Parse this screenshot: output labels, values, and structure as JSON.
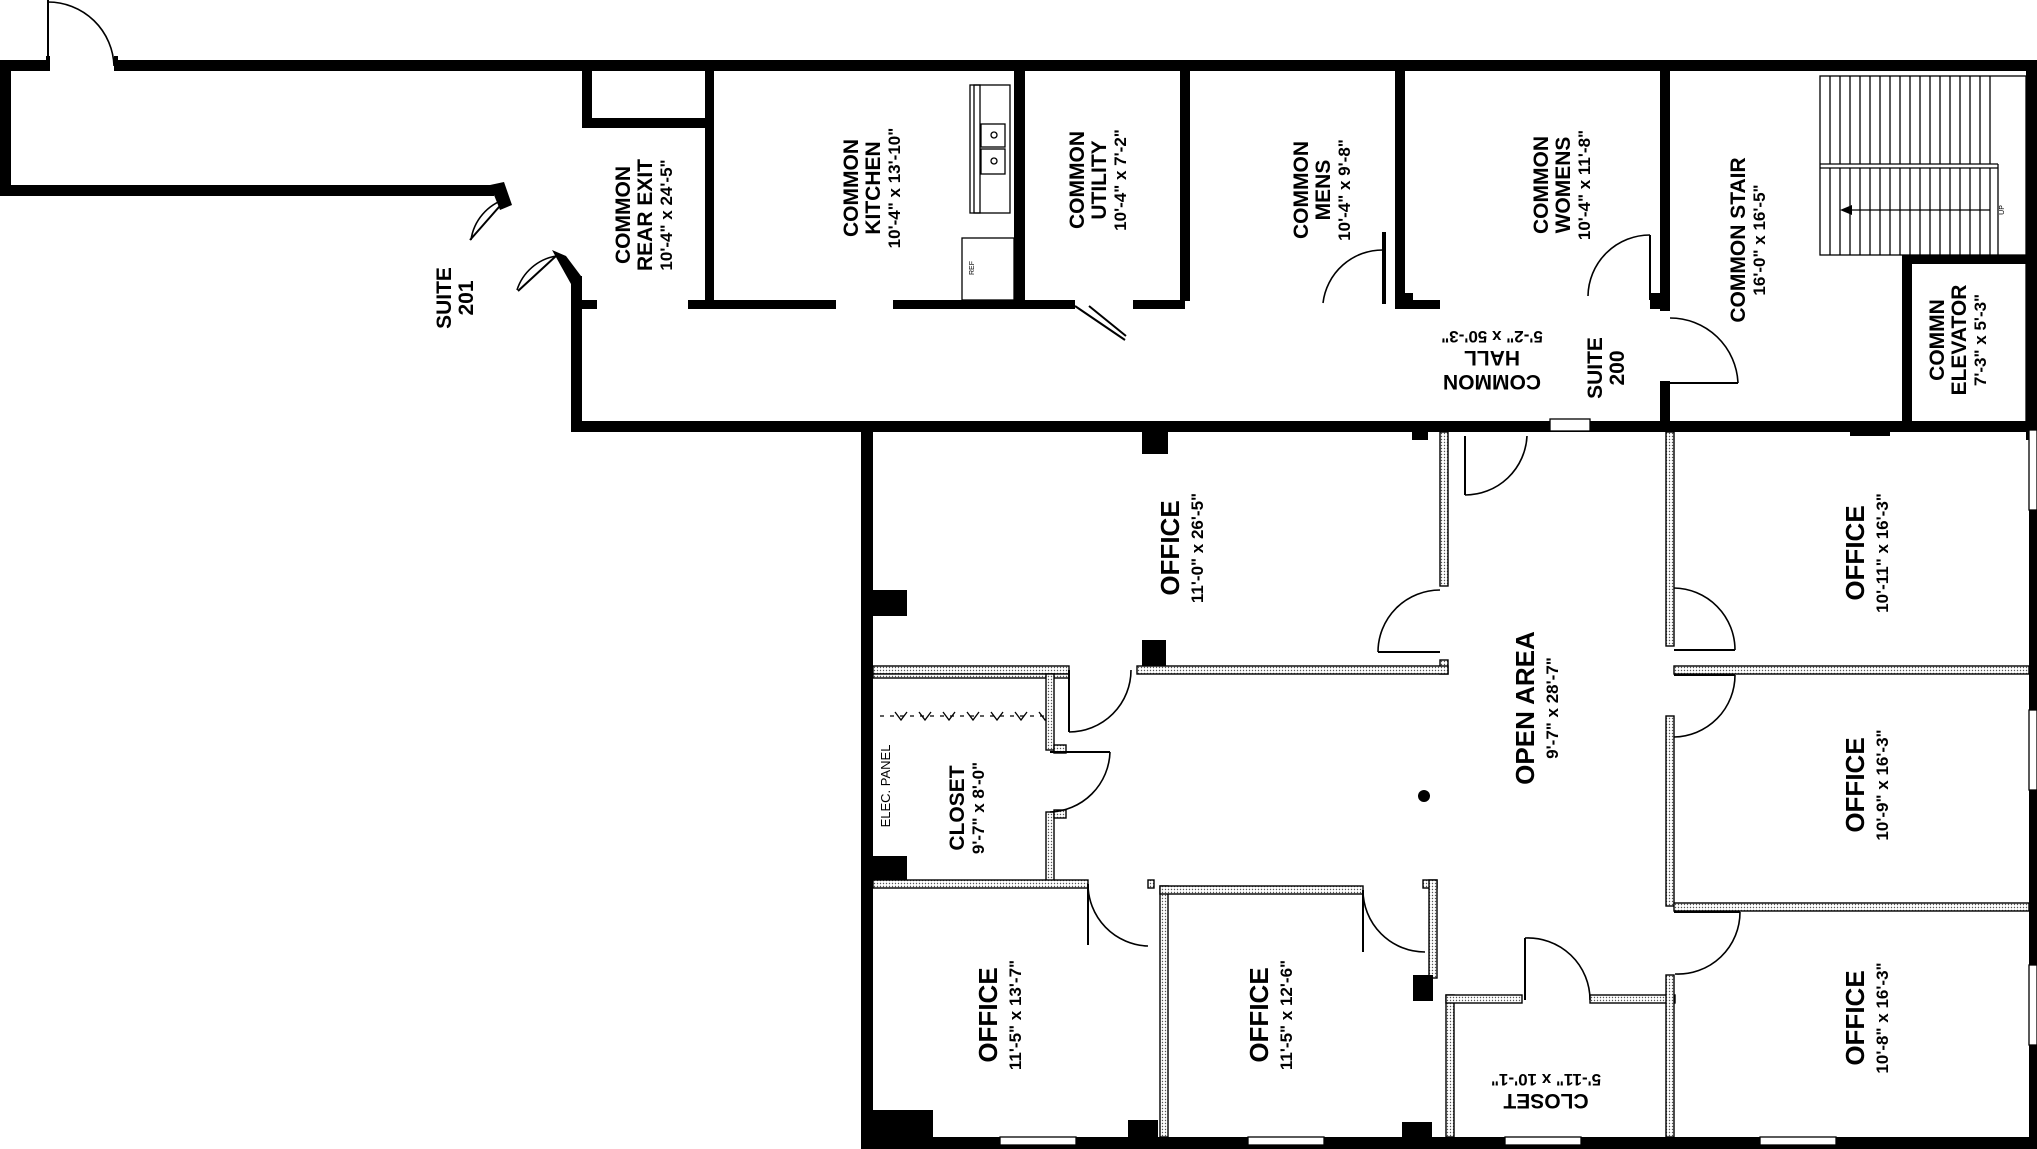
{
  "rooms": [
    {
      "id": "rear-exit",
      "name_lines": [
        "COMMON",
        "REAR EXIT"
      ],
      "dims": "10'-4\" x 24'-5\""
    },
    {
      "id": "kitchen",
      "name_lines": [
        "COMMON",
        "KITCHEN"
      ],
      "dims": "10'-4\" x 13'-10\""
    },
    {
      "id": "utility",
      "name_lines": [
        "COMMON",
        "UTILITY"
      ],
      "dims": "10'-4\" x 7'-2\""
    },
    {
      "id": "mens",
      "name_lines": [
        "COMMON",
        "MENS"
      ],
      "dims": "10'-4\" x 9'-8\""
    },
    {
      "id": "womens",
      "name_lines": [
        "COMMON",
        "WOMENS"
      ],
      "dims": "10'-4\" x 11'-8\""
    },
    {
      "id": "stair",
      "name_lines": [
        "COMMON STAIR"
      ],
      "dims": "16'-0\" x 16'-5\""
    },
    {
      "id": "elevator",
      "name_lines": [
        "COMMN",
        "ELEVATOR"
      ],
      "dims": "7'-3\" x 5'-3\""
    },
    {
      "id": "hall",
      "name_lines": [
        "COMMON",
        "HALL"
      ],
      "dims": "5'-2\" x 50'-3\""
    },
    {
      "id": "office-a",
      "name_lines": [
        "OFFICE"
      ],
      "dims": "11'-0\" x 26'-5\""
    },
    {
      "id": "open-area",
      "name_lines": [
        "OPEN AREA"
      ],
      "dims": "9'-7\" x 28'-7\""
    },
    {
      "id": "office-b",
      "name_lines": [
        "OFFICE"
      ],
      "dims": "10'-11\" x 16'-3\""
    },
    {
      "id": "office-c",
      "name_lines": [
        "OFFICE"
      ],
      "dims": "10'-9\" x 16'-3\""
    },
    {
      "id": "closet-a",
      "name_lines": [
        "CLOSET"
      ],
      "dims": "9'-7\" x 8'-0\""
    },
    {
      "id": "office-d",
      "name_lines": [
        "OFFICE"
      ],
      "dims": "11'-5\" x 13'-7\""
    },
    {
      "id": "office-e",
      "name_lines": [
        "OFFICE"
      ],
      "dims": "11'-5\" x 12'-6\""
    },
    {
      "id": "closet-b",
      "name_lines": [
        "CLOSET"
      ],
      "dims": "5'-11\" x 10'-1\""
    },
    {
      "id": "office-f",
      "name_lines": [
        "OFFICE"
      ],
      "dims": "10'-8\" x 16'-3\""
    }
  ],
  "suites": [
    {
      "id": "suite-201",
      "lines": [
        "SUITE",
        "201"
      ]
    },
    {
      "id": "suite-200",
      "lines": [
        "SUITE",
        "200"
      ]
    }
  ],
  "notes": {
    "elec_panel": "ELEC. PANEL",
    "stair_up": "UP",
    "ref": "REF"
  }
}
